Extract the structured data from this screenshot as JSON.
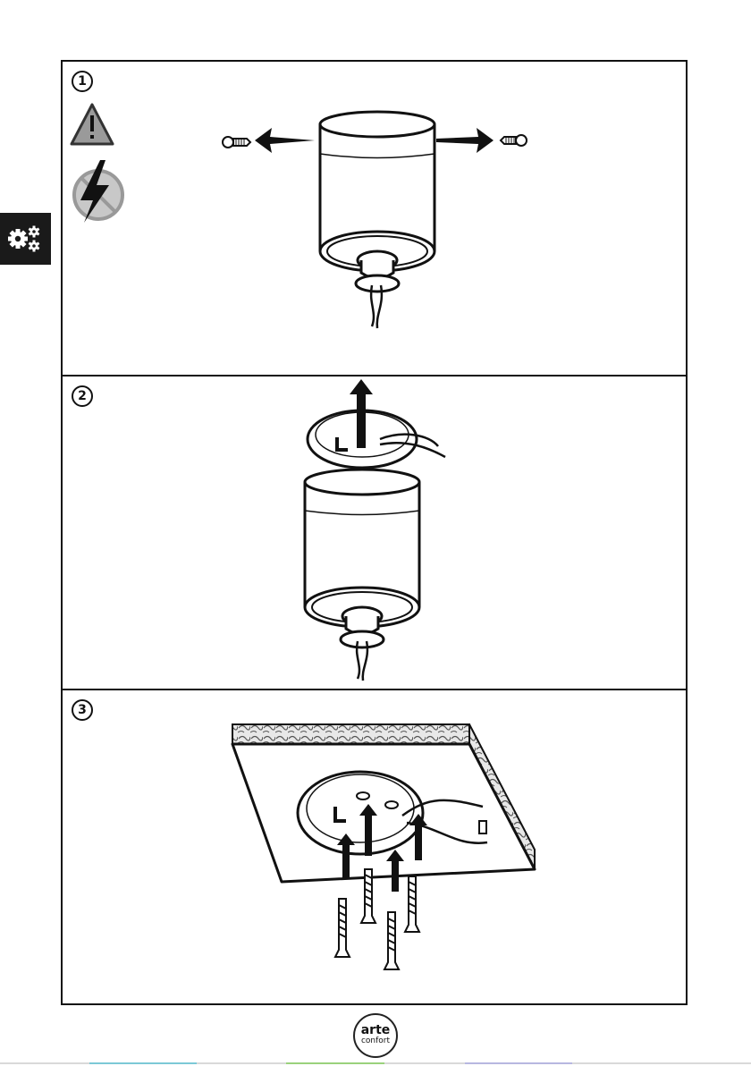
{
  "steps": [
    {
      "number": "1"
    },
    {
      "number": "2"
    },
    {
      "number": "3"
    }
  ],
  "icons": {
    "warning": "warning-triangle-icon",
    "no_power": "no-electricity-icon",
    "settings": "gears-icon"
  },
  "brand": {
    "line1": "arte",
    "line2": "confort"
  },
  "colors": {
    "ink": "#111111",
    "tab": "#1a1a1a",
    "warning_fill": "#9a9a9a",
    "noentry_fill": "#c8c8c8"
  }
}
